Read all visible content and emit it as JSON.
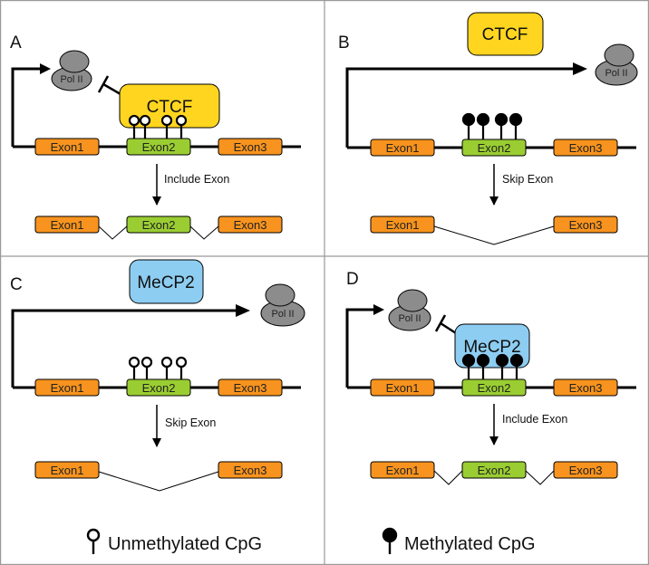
{
  "panels": {
    "A": {
      "label": "A",
      "protein": "CTCF",
      "pol": "Pol II",
      "exon1": "Exon1",
      "exon2": "Exon2",
      "exon3": "Exon3",
      "step": "Include Exon",
      "out_exon1": "Exon1",
      "out_exon2": "Exon2",
      "out_exon3": "Exon3"
    },
    "B": {
      "label": "B",
      "protein": "CTCF",
      "pol": "Pol II",
      "exon1": "Exon1",
      "exon2": "Exon2",
      "exon3": "Exon3",
      "step": "Skip Exon",
      "out_exon1": "Exon1",
      "out_exon3": "Exon3"
    },
    "C": {
      "label": "C",
      "protein": "MeCP2",
      "pol": "Pol II",
      "exon1": "Exon1",
      "exon2": "Exon2",
      "exon3": "Exon3",
      "step": "Skip Exon",
      "out_exon1": "Exon1",
      "out_exon3": "Exon3"
    },
    "D": {
      "label": "D",
      "protein": "MeCP2",
      "pol": "Pol II",
      "exon1": "Exon1",
      "exon2": "Exon2",
      "exon3": "Exon3",
      "step": "Include Exon",
      "out_exon1": "Exon1",
      "out_exon2": "Exon2",
      "out_exon3": "Exon3"
    }
  },
  "legend": {
    "unmethylated": "Unmethylated CpG",
    "methylated": "Methylated CpG"
  },
  "colors": {
    "exon_flank": "#f7931e",
    "exon_middle": "#9acd32",
    "ctcf": "#ffd520",
    "mecp2": "#8ecdf2",
    "pol": "#8c8c8c"
  }
}
